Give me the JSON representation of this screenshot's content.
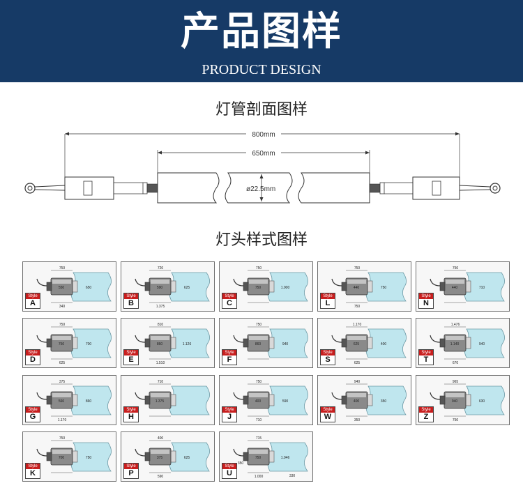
{
  "banner": {
    "title": "产品图样",
    "subtitle": "PRODUCT DESIGN"
  },
  "section1": {
    "title": "灯管剖面图样",
    "dim_total": "800mm",
    "dim_body": "650mm",
    "dim_diameter": "ø22.5mm"
  },
  "section2": {
    "title": "灯头样式图样",
    "style_label": "Style",
    "styles": [
      {
        "letter": "A",
        "labels": [
          "750",
          "550",
          "650",
          "340"
        ]
      },
      {
        "letter": "B",
        "labels": [
          "720",
          "590",
          "625",
          "1.375"
        ]
      },
      {
        "letter": "C",
        "labels": [
          "750",
          "750",
          "1.000"
        ]
      },
      {
        "letter": "L",
        "labels": [
          "750",
          "440",
          "750",
          "750"
        ]
      },
      {
        "letter": "N",
        "labels": [
          "750",
          "440",
          "710"
        ]
      },
      {
        "letter": "D",
        "labels": [
          "750",
          "750",
          "700",
          "625"
        ]
      },
      {
        "letter": "E",
        "labels": [
          "810",
          "860",
          "1.126",
          "1.510"
        ]
      },
      {
        "letter": "F",
        "labels": [
          "750",
          "860",
          "940"
        ]
      },
      {
        "letter": "S",
        "labels": [
          "1.170",
          "625",
          "400",
          "625"
        ]
      },
      {
        "letter": "T",
        "labels": [
          "1.476",
          "1.140",
          "940",
          "670"
        ]
      },
      {
        "letter": "G",
        "labels": [
          "375",
          "560",
          "860",
          "1.170"
        ]
      },
      {
        "letter": "H",
        "labels": [
          "710",
          "1.375"
        ]
      },
      {
        "letter": "J",
        "labels": [
          "750",
          "400",
          "590",
          "710"
        ]
      },
      {
        "letter": "W",
        "labels": [
          "940",
          "400",
          "350",
          "350"
        ]
      },
      {
        "letter": "Z",
        "labels": [
          "965",
          "940",
          "630",
          "750"
        ]
      },
      {
        "letter": "K",
        "labels": [
          "750",
          "700",
          "750"
        ]
      },
      {
        "letter": "P",
        "labels": [
          "400",
          "375",
          "625",
          "590"
        ]
      },
      {
        "letter": "U",
        "labels": [
          "715",
          "750",
          "1.046",
          "1.000",
          "350",
          "330"
        ]
      }
    ]
  },
  "colors": {
    "banner": "#163a66",
    "badge": "#c81e1e",
    "tube": "#bfe6ee"
  }
}
